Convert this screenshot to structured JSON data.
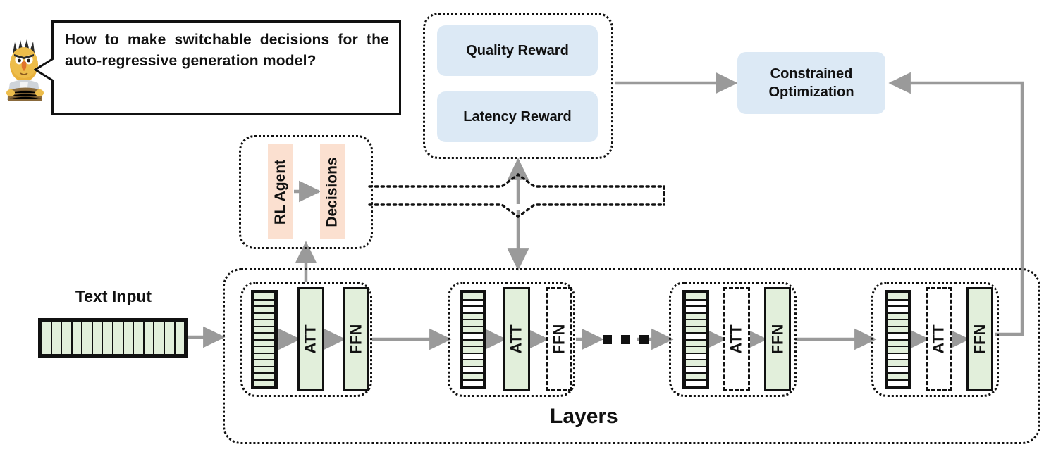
{
  "diagram": {
    "title_hidden": "",
    "speech_bubble": {
      "text": "How to make switchable decisions for the auto-regressive generation model?",
      "speaker_icon": "bert-mascot-icon"
    },
    "rewards_group": {
      "container_name": "reward-group",
      "cards": [
        {
          "label": "Quality Reward",
          "color": "#dce9f5"
        },
        {
          "label": "Latency Reward",
          "color": "#dce9f5"
        }
      ]
    },
    "constrained_optimization": {
      "line1": "Constrained",
      "line2": "Optimization",
      "color": "#dce9f5"
    },
    "rl_group": {
      "container_name": "rl-agent-group",
      "blocks": [
        {
          "label": "RL Agent",
          "color": "#fbe0d0"
        },
        {
          "label": "Decisions",
          "color": "#fbe0d0"
        }
      ]
    },
    "text_input": {
      "label": "Text Input",
      "segments": 14,
      "color": "#e2efdb"
    },
    "layers": {
      "label": "Layers",
      "ellipsis": "...",
      "items": [
        {
          "name": "layer-1",
          "tokens": [
            1,
            1,
            1,
            1,
            1,
            1,
            1,
            1,
            1,
            1,
            1,
            1,
            1,
            1
          ],
          "att": {
            "label": "ATT",
            "state": "active"
          },
          "ffn": {
            "label": "FFN",
            "state": "active"
          }
        },
        {
          "name": "layer-2",
          "tokens": [
            1,
            0,
            0,
            1,
            1,
            1,
            0,
            1,
            1,
            0,
            1,
            0,
            1,
            0
          ],
          "att": {
            "label": "ATT",
            "state": "active"
          },
          "ffn": {
            "label": "FFN",
            "state": "skipped"
          }
        },
        {
          "name": "layer-3",
          "tokens": [
            1,
            0,
            0,
            1,
            1,
            1,
            0,
            1,
            1,
            0,
            1,
            0,
            1,
            0
          ],
          "att": {
            "label": "ATT",
            "state": "skipped"
          },
          "ffn": {
            "label": "FFN",
            "state": "active"
          }
        },
        {
          "name": "layer-4",
          "tokens": [
            1,
            0,
            0,
            1,
            1,
            1,
            0,
            1,
            1,
            0,
            1,
            0,
            1,
            0
          ],
          "att": {
            "label": "ATT",
            "state": "skipped"
          },
          "ffn": {
            "label": "FFN",
            "state": "active"
          }
        }
      ]
    },
    "colors": {
      "green_fill": "#e2efdb",
      "blue_fill": "#dce9f5",
      "peach_fill": "#fbe0d0",
      "arrow_gray": "#9a9a9a",
      "outline": "#111111"
    }
  }
}
